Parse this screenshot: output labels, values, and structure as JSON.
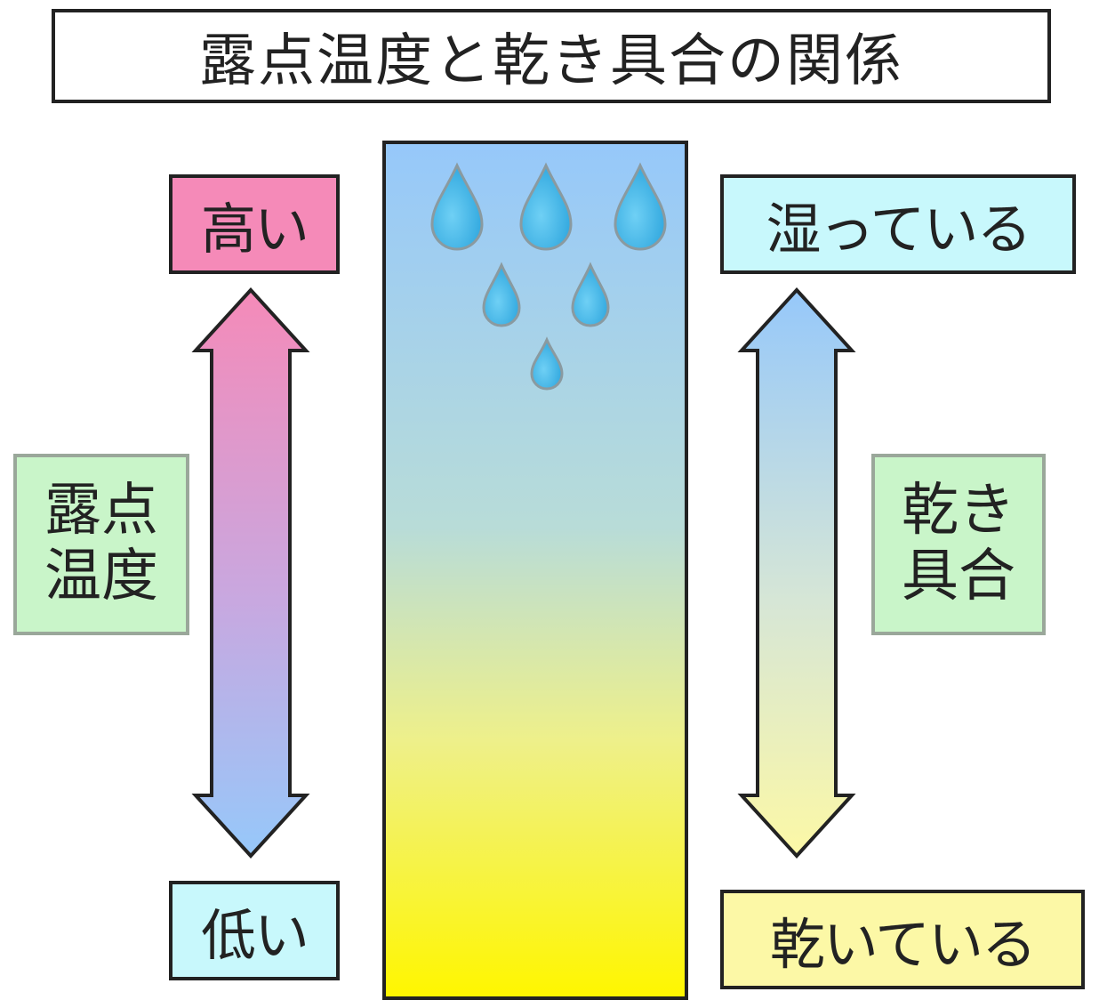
{
  "title": "露点温度と乾き具合の関係",
  "left": {
    "top_label": "高い",
    "bottom_label": "低い",
    "side_label_line1": "露点",
    "side_label_line2": "温度"
  },
  "right": {
    "top_label": "湿っている",
    "bottom_label": "乾いている",
    "side_label_line1": "乾き",
    "side_label_line2": "具合"
  },
  "colors": {
    "pink_box": "#f58ab8",
    "light_cyan_box": "#c8f8fc",
    "light_green_box": "#c9f5c9",
    "light_yellow_box": "#fcf8a6",
    "column_top": "#96c8fa",
    "column_bottom": "#fff600",
    "arrow_pink": "#f58ab8",
    "arrow_blue": "#96c8fa",
    "arrow_yellow": "#fcf8a6",
    "drop_blue": "#3fb6e8"
  },
  "icons": {
    "drop": "water-drop-icon",
    "double_arrow": "double-headed-arrow-icon"
  }
}
